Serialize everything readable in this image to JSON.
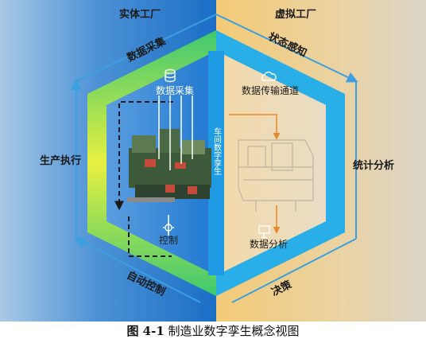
{
  "regions": {
    "physical_title": "实体工厂",
    "virtual_title": "虚拟工厂"
  },
  "cycle": {
    "data_collection_ring": "数据采集",
    "state_sensing": "状态感知",
    "statistical_analysis": "统计分析",
    "decision": "决策",
    "automatic_control": "自动控制",
    "production_execution": "生产执行"
  },
  "inner": {
    "data_collection": "数据采集",
    "control": "控制",
    "data_channel": "数据传输通道",
    "data_analysis": "数据分析",
    "twin_label": "车间数字孪生"
  },
  "caption": {
    "figure_number": "图 4-1",
    "title": "制造业数字孪生概念视图"
  },
  "icons": [
    "database-icon",
    "cloud-icon",
    "monitor-icon",
    "gear-icon",
    "arrow-icon"
  ],
  "colors": {
    "left_blue": "#1f73c8",
    "right_tan": "#e6cc96",
    "cycle_blue": "#3aa0e0",
    "hex_yellow": "#e8f040",
    "hex_green": "#3ec870",
    "hex_cyan": "#29aee8",
    "text_dark": "#1a1a1a"
  }
}
